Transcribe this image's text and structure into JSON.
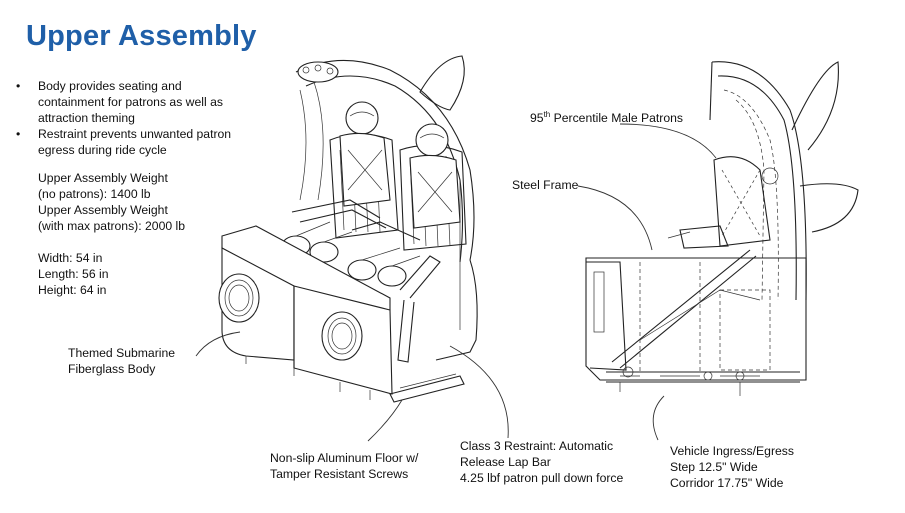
{
  "title": "Upper Assembly",
  "bullets": [
    "Body provides seating and containment for patrons as well as attraction theming",
    "Restraint prevents unwanted patron egress during ride cycle"
  ],
  "weights": [
    "Upper Assembly Weight",
    "(no patrons): 1400 lb",
    "Upper Assembly Weight",
    "(with max patrons): 2000 lb"
  ],
  "dimensions": [
    "Width: 54 in",
    "Length: 56 in",
    "Height: 64 in"
  ],
  "callouts": {
    "body": [
      "Themed Submarine",
      "Fiberglass Body"
    ],
    "floor": [
      "Non-slip Aluminum Floor w/",
      "Tamper Resistant Screws"
    ],
    "restraint": [
      "Class 3 Restraint: Automatic",
      "Release Lap Bar",
      "4.25 lbf patron pull down force"
    ],
    "ingress": [
      "Vehicle Ingress/Egress",
      "Step 12.5\" Wide",
      "Corridor 17.75\" Wide"
    ],
    "patrons_num": "95",
    "patrons_sup": "th",
    "patrons_rest": " Percentile Male Patrons",
    "frame": "Steel Frame"
  },
  "colors": {
    "title": "#1f5fa8",
    "lines": "#222222"
  }
}
